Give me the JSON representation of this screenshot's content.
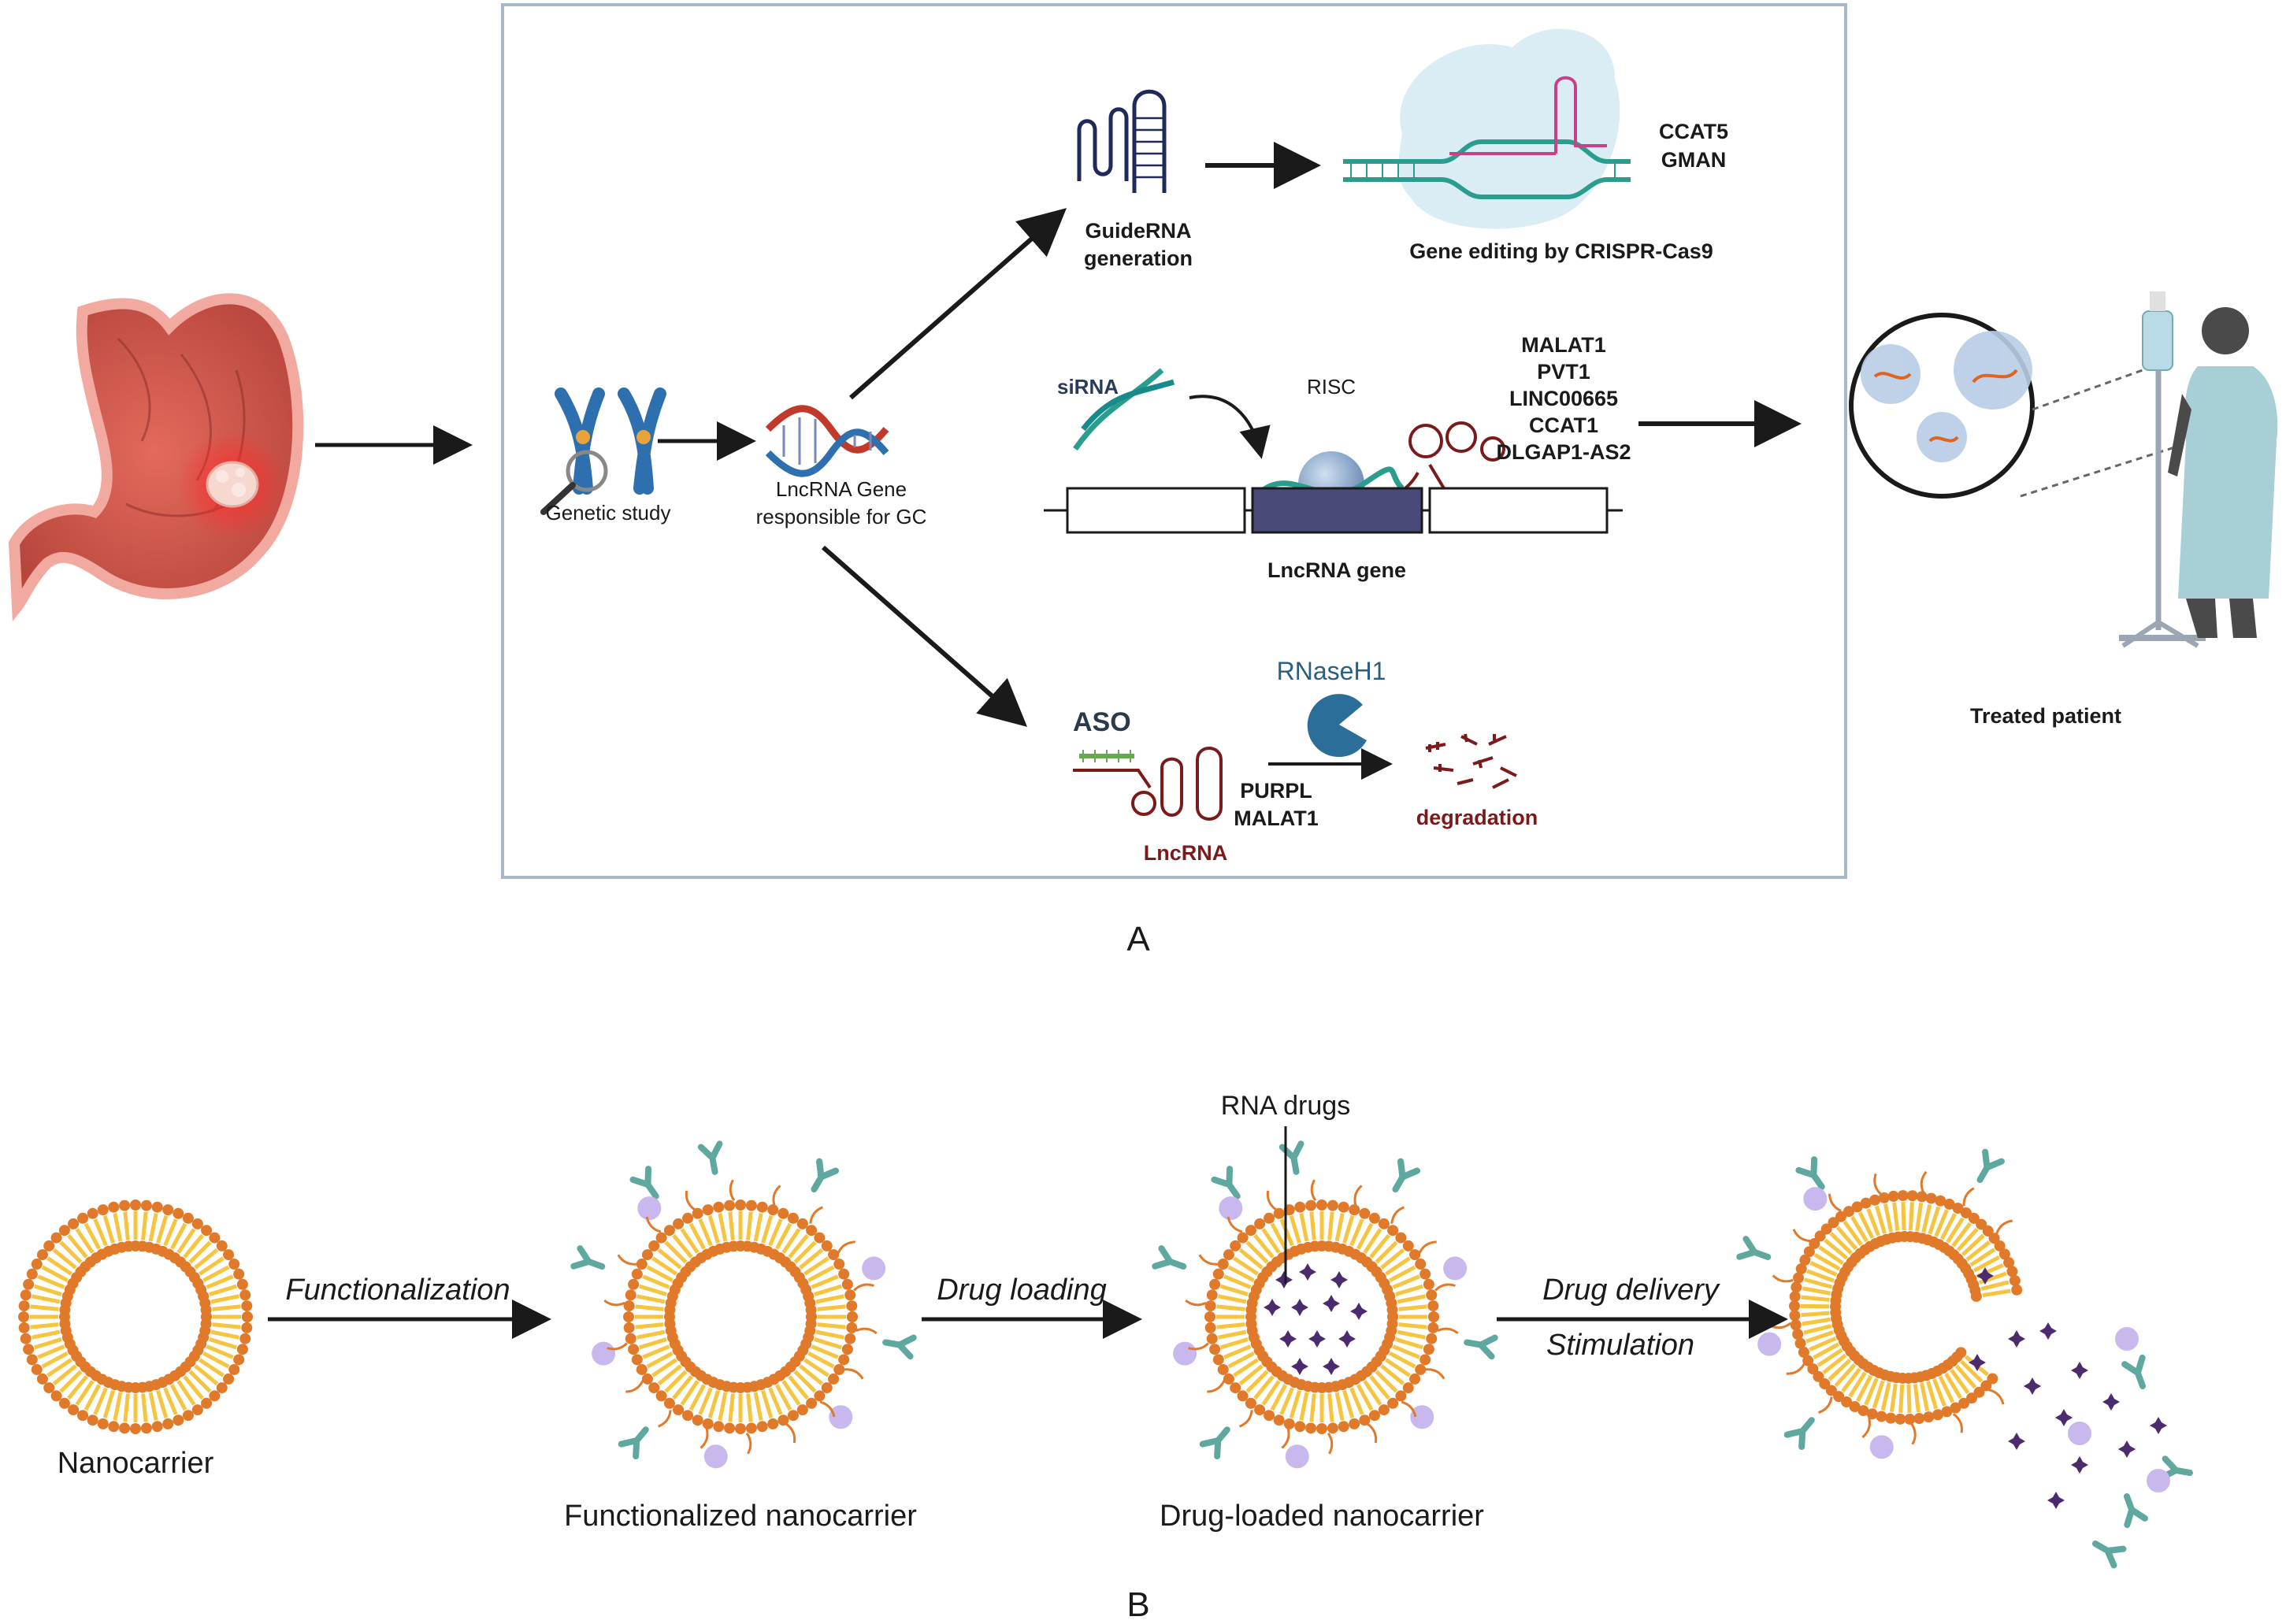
{
  "panelA": {
    "label": "A",
    "genetic_study": "Genetic study",
    "lncrna_gene_line1": "LncRNA Gene",
    "lncrna_gene_line2": "responsible for GC",
    "guiderna_line1": "GuideRNA",
    "guiderna_line2": "generation",
    "crispr_caption": "Gene editing by CRISPR-Cas9",
    "crispr_targets": [
      "CCAT5",
      "GMAN"
    ],
    "sirna": "siRNA",
    "risc": "RISC",
    "sirna_targets": [
      "MALAT1",
      "PVT1",
      "LINC00665",
      "CCAT1",
      "DLGAP1-AS2"
    ],
    "lncrna_gene_caption": "LncRNA gene",
    "rnaseh1": "RNaseH1",
    "aso": "ASO",
    "aso_targets": [
      "PURPL",
      "MALAT1"
    ],
    "lncrna": "LncRNA",
    "degradation": "degradation",
    "treated_patient": "Treated patient"
  },
  "panelB": {
    "label": "B",
    "rna_drugs": "RNA drugs",
    "steps": [
      "Functionalization",
      "Drug loading",
      "Drug delivery",
      "Stimulation"
    ],
    "stages": [
      "Nanocarrier",
      "Functionalized nanocarrier",
      "Drug-loaded nanocarrier"
    ]
  },
  "colors": {
    "box_border": "#a8b8c8",
    "dna_blue": "#2e6fb0",
    "dna_red": "#c0392b",
    "teal": "#2a9d8f",
    "navy": "#1f2a5a",
    "gene_block": "#4a4a7a",
    "lncrna_red": "#7a1a1a",
    "pacman": "#2b6e99",
    "lipid_orange": "#e07a2a",
    "lipid_yellow": "#f5c542",
    "drug_purple": "#4b2a6e",
    "ligand_lilac": "#c9b8ee",
    "antibody_teal": "#5fa8a0"
  }
}
